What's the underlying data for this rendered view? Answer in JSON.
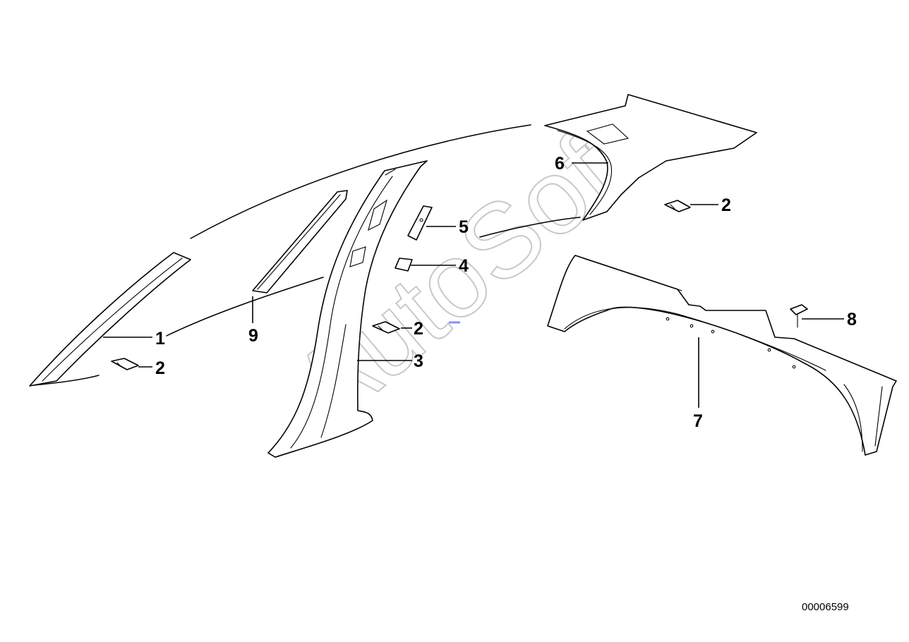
{
  "diagram": {
    "watermark": "AutoSoft",
    "diagram_id": "00006599",
    "callouts": {
      "a_pillar_trim": "1",
      "clip_left": "2",
      "clip_mid": "2",
      "clip_right": "2",
      "b_pillar_trim": "3",
      "cover_small": "4",
      "cover_bracket": "5",
      "headliner": "6",
      "rear_side_trim": "7",
      "push_rivet": "8",
      "seal_strip": "9"
    },
    "accent_color": "#8c8cff"
  }
}
